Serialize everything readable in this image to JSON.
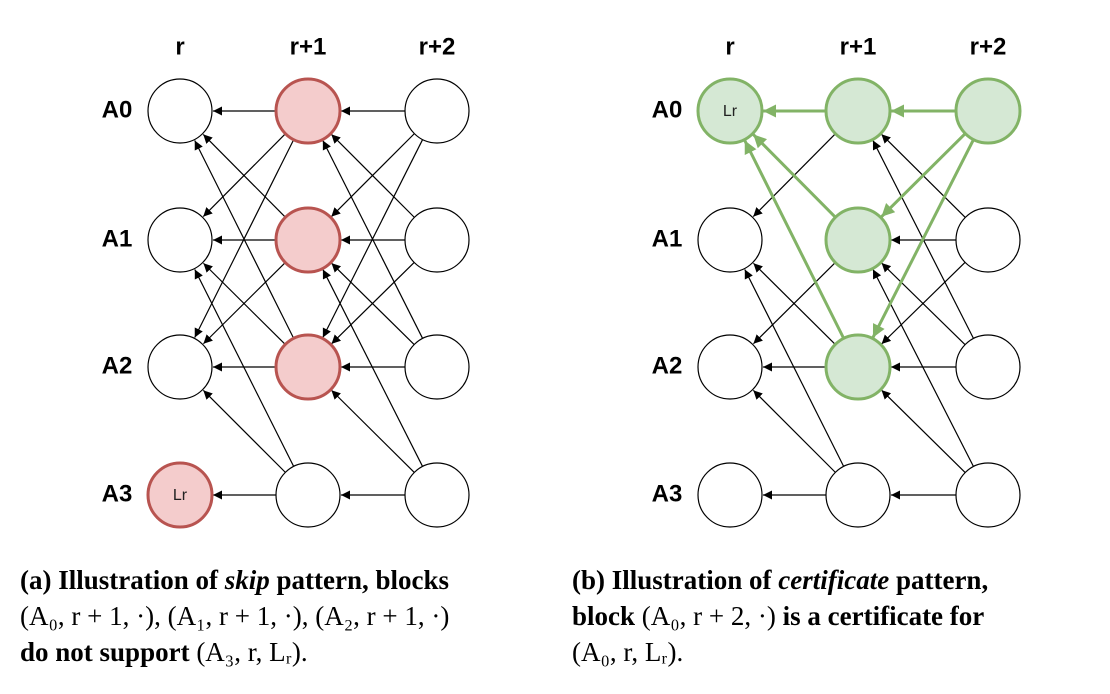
{
  "colors": {
    "red_fill": "#f4cccc",
    "red_stroke": "#b85450",
    "green_fill": "#d5e8d4",
    "green_stroke": "#82b366",
    "green_edge": "#82b366",
    "edge": "#000000"
  },
  "diagrams": [
    {
      "id": "a",
      "col_labels": [
        "r",
        "r+1",
        "r+2"
      ],
      "row_labels": [
        "A0",
        "A1",
        "A2",
        "A3"
      ],
      "highlight": "red",
      "highlighted_nodes": [
        [
          3,
          0
        ],
        [
          0,
          1
        ],
        [
          1,
          1
        ],
        [
          2,
          1
        ]
      ],
      "node_texts": [
        {
          "row": 3,
          "col": 0,
          "text": "Lr"
        }
      ],
      "edges": [
        {
          "from": [
            0,
            1
          ],
          "to": [
            0,
            0
          ]
        },
        {
          "from": [
            0,
            1
          ],
          "to": [
            1,
            0
          ]
        },
        {
          "from": [
            0,
            1
          ],
          "to": [
            2,
            0
          ]
        },
        {
          "from": [
            1,
            1
          ],
          "to": [
            0,
            0
          ]
        },
        {
          "from": [
            1,
            1
          ],
          "to": [
            1,
            0
          ]
        },
        {
          "from": [
            1,
            1
          ],
          "to": [
            2,
            0
          ]
        },
        {
          "from": [
            2,
            1
          ],
          "to": [
            0,
            0
          ]
        },
        {
          "from": [
            2,
            1
          ],
          "to": [
            1,
            0
          ]
        },
        {
          "from": [
            2,
            1
          ],
          "to": [
            2,
            0
          ]
        },
        {
          "from": [
            3,
            1
          ],
          "to": [
            1,
            0
          ]
        },
        {
          "from": [
            3,
            1
          ],
          "to": [
            2,
            0
          ]
        },
        {
          "from": [
            3,
            1
          ],
          "to": [
            3,
            0
          ]
        },
        {
          "from": [
            0,
            2
          ],
          "to": [
            0,
            1
          ]
        },
        {
          "from": [
            0,
            2
          ],
          "to": [
            1,
            1
          ]
        },
        {
          "from": [
            0,
            2
          ],
          "to": [
            2,
            1
          ]
        },
        {
          "from": [
            1,
            2
          ],
          "to": [
            0,
            1
          ]
        },
        {
          "from": [
            1,
            2
          ],
          "to": [
            1,
            1
          ]
        },
        {
          "from": [
            1,
            2
          ],
          "to": [
            2,
            1
          ]
        },
        {
          "from": [
            2,
            2
          ],
          "to": [
            0,
            1
          ]
        },
        {
          "from": [
            2,
            2
          ],
          "to": [
            1,
            1
          ]
        },
        {
          "from": [
            2,
            2
          ],
          "to": [
            2,
            1
          ]
        },
        {
          "from": [
            3,
            2
          ],
          "to": [
            1,
            1
          ]
        },
        {
          "from": [
            3,
            2
          ],
          "to": [
            2,
            1
          ]
        },
        {
          "from": [
            3,
            2
          ],
          "to": [
            3,
            1
          ]
        }
      ],
      "thick_edges": []
    },
    {
      "id": "b",
      "col_labels": [
        "r",
        "r+1",
        "r+2"
      ],
      "row_labels": [
        "A0",
        "A1",
        "A2",
        "A3"
      ],
      "highlight": "green",
      "highlighted_nodes": [
        [
          0,
          0
        ],
        [
          0,
          1
        ],
        [
          1,
          1
        ],
        [
          2,
          1
        ],
        [
          0,
          2
        ]
      ],
      "node_texts": [
        {
          "row": 0,
          "col": 0,
          "text": "Lr"
        }
      ],
      "edges": [
        {
          "from": [
            0,
            1
          ],
          "to": [
            1,
            0
          ]
        },
        {
          "from": [
            1,
            1
          ],
          "to": [
            2,
            0
          ]
        },
        {
          "from": [
            2,
            1
          ],
          "to": [
            1,
            0
          ]
        },
        {
          "from": [
            2,
            1
          ],
          "to": [
            2,
            0
          ]
        },
        {
          "from": [
            3,
            1
          ],
          "to": [
            1,
            0
          ]
        },
        {
          "from": [
            3,
            1
          ],
          "to": [
            2,
            0
          ]
        },
        {
          "from": [
            3,
            1
          ],
          "to": [
            3,
            0
          ]
        },
        {
          "from": [
            1,
            2
          ],
          "to": [
            0,
            1
          ]
        },
        {
          "from": [
            1,
            2
          ],
          "to": [
            1,
            1
          ]
        },
        {
          "from": [
            1,
            2
          ],
          "to": [
            2,
            1
          ]
        },
        {
          "from": [
            2,
            2
          ],
          "to": [
            0,
            1
          ]
        },
        {
          "from": [
            2,
            2
          ],
          "to": [
            1,
            1
          ]
        },
        {
          "from": [
            2,
            2
          ],
          "to": [
            2,
            1
          ]
        },
        {
          "from": [
            3,
            2
          ],
          "to": [
            1,
            1
          ]
        },
        {
          "from": [
            3,
            2
          ],
          "to": [
            2,
            1
          ]
        },
        {
          "from": [
            3,
            2
          ],
          "to": [
            3,
            1
          ]
        }
      ],
      "thick_edges": [
        {
          "from": [
            0,
            1
          ],
          "to": [
            0,
            0
          ]
        },
        {
          "from": [
            1,
            1
          ],
          "to": [
            0,
            0
          ]
        },
        {
          "from": [
            2,
            1
          ],
          "to": [
            0,
            0
          ]
        },
        {
          "from": [
            0,
            2
          ],
          "to": [
            0,
            1
          ]
        },
        {
          "from": [
            0,
            2
          ],
          "to": [
            1,
            1
          ]
        },
        {
          "from": [
            0,
            2
          ],
          "to": [
            2,
            1
          ]
        }
      ]
    }
  ],
  "captions": {
    "a": {
      "tag": "(a)",
      "t1": " Illustration of ",
      "t1_em": "skip",
      "t2": " pattern, blocks",
      "m1": "(A₀, r + 1, ·), (A₁, r + 1, ·), (A₂, r + 1, ·)",
      "t3": "do not support ",
      "m2": "(A₃, r, Lᵣ)",
      "t4": "."
    },
    "b": {
      "tag": "(b)",
      "t1": " Illustration of ",
      "t1_em": "certificate",
      "t2": " pattern,",
      "t3": "block ",
      "m1": "(A₀, r + 2, ·)",
      "t4": " is a certificate for",
      "m2": "(A₀, r, Lᵣ)",
      "t5": "."
    }
  }
}
